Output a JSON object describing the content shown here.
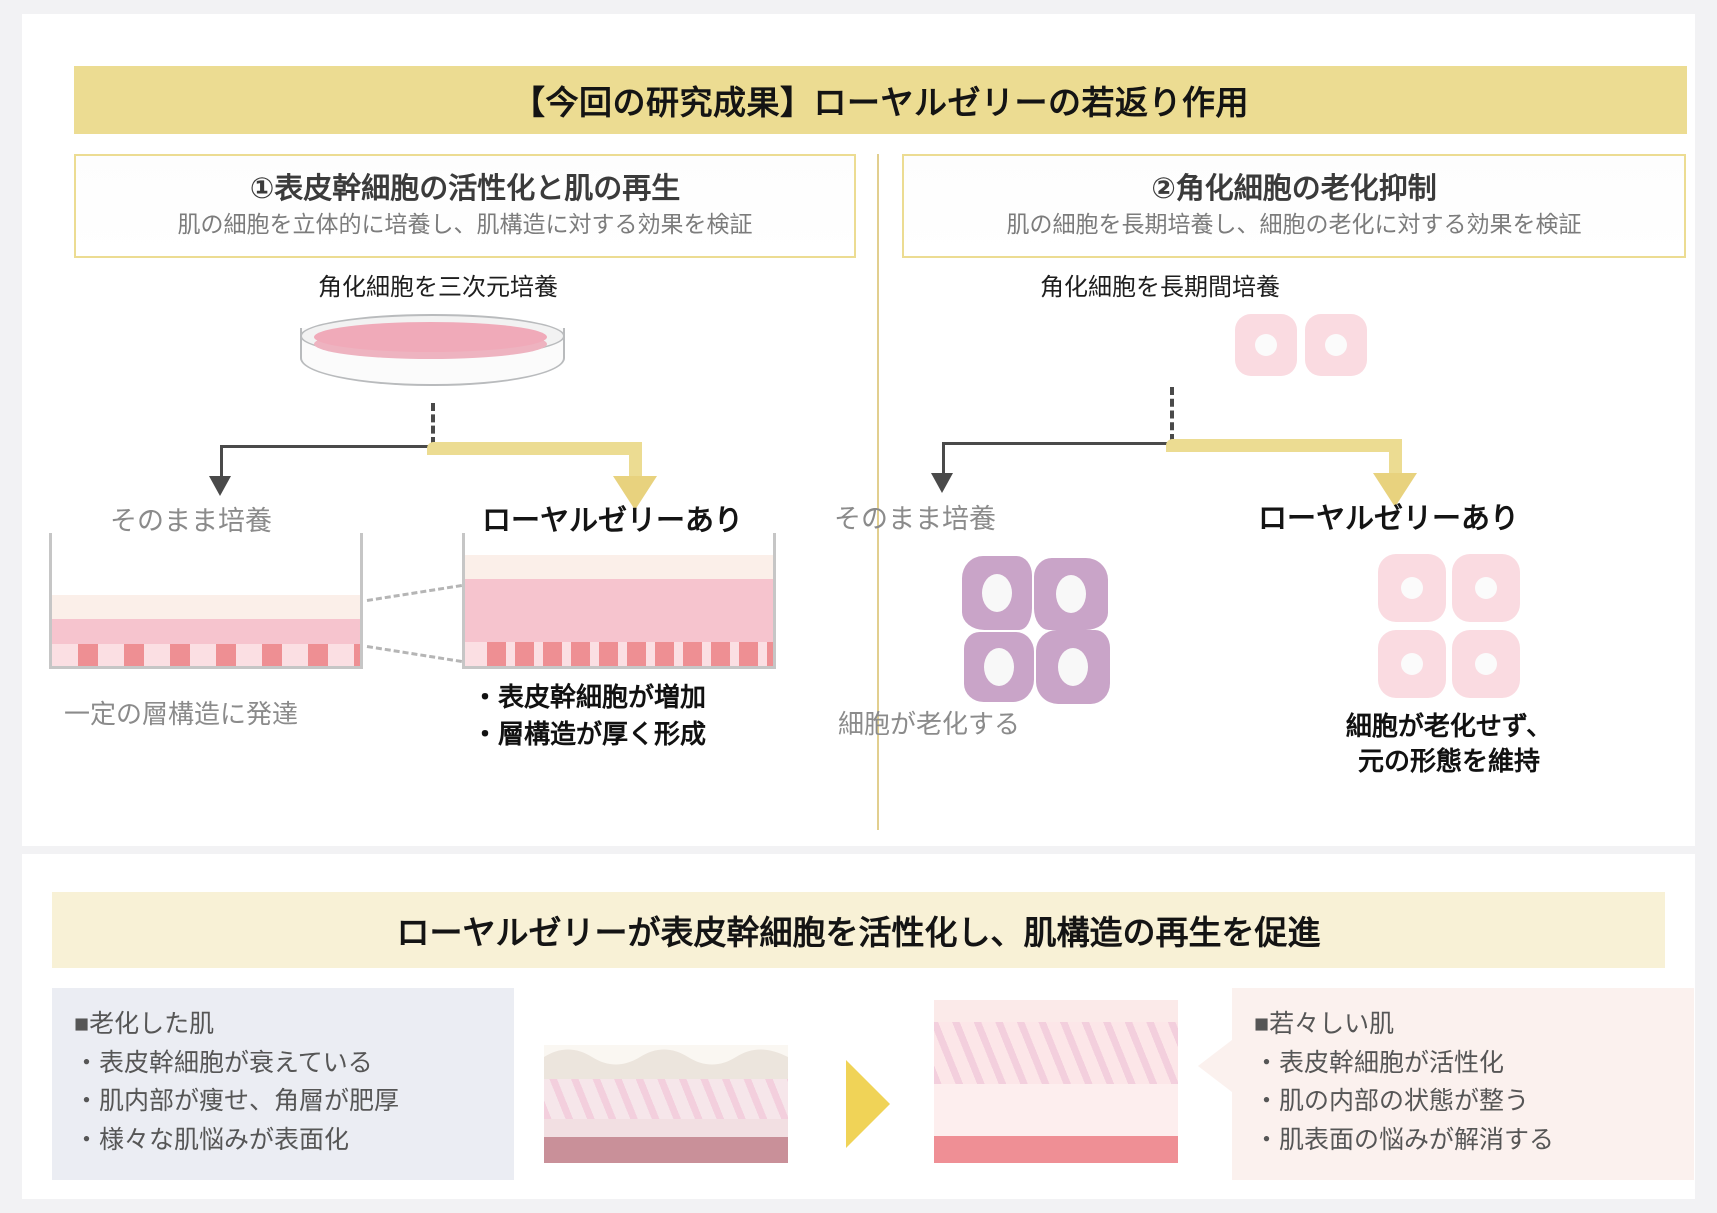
{
  "title": {
    "text": "【今回の研究成果】ローヤルゼリーの若返り作用"
  },
  "panels": [
    {
      "heading": "①表皮幹細胞の活性化と肌の再生",
      "subheading": "肌の細胞を立体的に培養し、肌構造に対する効果を検証",
      "caption": "角化細胞を三次元培養",
      "control_label": "そのまま培養",
      "treated_label": "ローヤルゼリーあり",
      "control_result": "一定の層構造に発達",
      "treated_results": [
        "・表皮幹細胞が増加",
        "・層構造が厚く形成"
      ]
    },
    {
      "heading": "②角化細胞の老化抑制",
      "subheading": "肌の細胞を長期培養し、細胞の老化に対する効果を検証",
      "caption": "角化細胞を長期間培養",
      "control_label": "そのまま培養",
      "treated_label": "ローヤルゼリーあり",
      "control_result": "細胞が老化する",
      "treated_results": [
        "細胞が老化せず、",
        "元の形態を維持"
      ]
    }
  ],
  "summary": {
    "text": "ローヤルゼリーが表皮幹細胞を活性化し、肌構造の再生を促進"
  },
  "callouts": {
    "aged": {
      "heading": "■老化した肌",
      "items": [
        "・表皮幹細胞が衰えている",
        "・肌内部が痩せ、角層が肥厚",
        "・様々な肌悩みが表面化"
      ]
    },
    "young": {
      "heading": "■若々しい肌",
      "items": [
        "・表皮幹細胞が活性化",
        "・肌の内部の状態が整う",
        "・肌表面の悩みが解消する"
      ]
    }
  },
  "colors": {
    "banner_yellow": "#ecdc92",
    "summary_cream": "#f8f1d6",
    "arrow_yellow": "#e8d27e",
    "pink_layer": "#f6c4ce",
    "aged_cell_purple": "#c9a4c8",
    "fresh_cell_pink": "#fadbe1",
    "aged_callout_bg": "#ebedf3",
    "young_callout_bg": "#fbf1ee"
  }
}
